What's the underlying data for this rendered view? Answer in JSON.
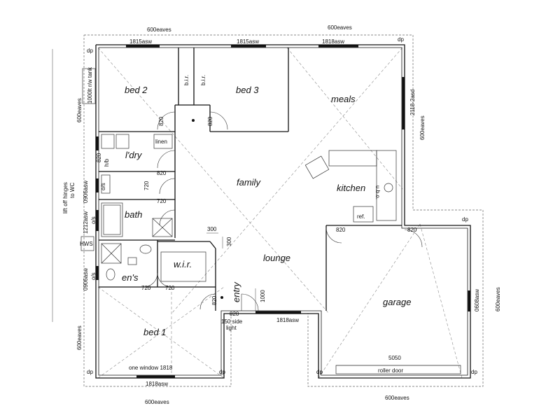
{
  "rooms": {
    "bed2": "bed  2",
    "bed3": "bed  3",
    "meals": "meals",
    "family": "family",
    "kitchen": "kitchen",
    "laundry": "l'dry",
    "bath": "bath",
    "lounge": "lounge",
    "ensuite": "en's",
    "wir": "w.i.r.",
    "entry": "entry",
    "garage": "garage",
    "bed1": "bed  1"
  },
  "labels": {
    "eaves_top_left": "600eaves",
    "eaves_top_right": "600eaves",
    "eaves_left_top": "600eaves",
    "eaves_left_bottom": "600eaves",
    "eaves_right_top": "600eaves",
    "eaves_right_garage": "600eaves",
    "eaves_bottom_left": "600eaves",
    "eaves_bottom_right": "600eaves",
    "win_bed2": "1815asw",
    "win_bed3": "1815asw",
    "win_meals": "1818asw",
    "win_meals_side": "2118-2asd",
    "win_garage_side": "0608asw",
    "win_lounge": "1818asw",
    "win_bed1": "1818asw",
    "win_ldry": "0906asw",
    "win_bath": "1212asw",
    "win_ens": "0906asw",
    "tank": "1000lt r/w tank",
    "hws": "HWS",
    "lift_off": "lift off hinges",
    "to_wc": "to WC",
    "dp": "dp",
    "bir": "b.i.r.",
    "linen": "linen",
    "hb": "h/b",
    "os": "o/s",
    "ref": "ref.",
    "uo": "u.b.o.",
    "door_820": "820",
    "door_720": "720",
    "dim_300": "300",
    "dim_1000": "1000",
    "side_light_1": "150 side",
    "side_light_2": "light",
    "one_window": "one window 1818",
    "dim_5050": "5050",
    "roller_door": "roller door"
  }
}
